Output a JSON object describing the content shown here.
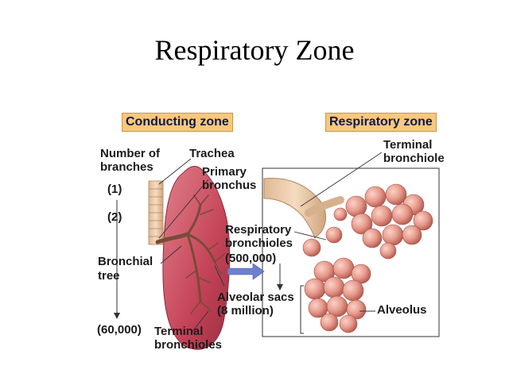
{
  "title": "Respiratory Zone",
  "zones": {
    "conducting": "Conducting zone",
    "respiratory": "Respiratory zone"
  },
  "labels": {
    "number_of": "Number of",
    "branches": "branches",
    "count_1": "(1)",
    "count_2": "(2)",
    "bronchial": "Bronchial",
    "tree": "tree",
    "count_60000": "(60,000)",
    "trachea": "Trachea",
    "primary": "Primary",
    "bronchus": "bronchus",
    "respiratory": "Respiratory",
    "bronchioles": "bronchioles",
    "count_500000": "(500,000)",
    "alveolar_sacs": "Alveolar sacs",
    "eight_million": "(8 million)",
    "terminal_bronchioles_1": "Terminal",
    "terminal_bronchioles_2": "bronchioles",
    "terminal_bronchiole_1": "Terminal",
    "terminal_bronchiole_2": "bronchiole",
    "alveolus": "Alveolus"
  },
  "colors": {
    "zone_label_bg": "#f7c87d",
    "lung": "#c9485a",
    "airway": "#e8c8a4",
    "alveoli": "#e69a8c",
    "arrow": "#6f7fcf"
  }
}
